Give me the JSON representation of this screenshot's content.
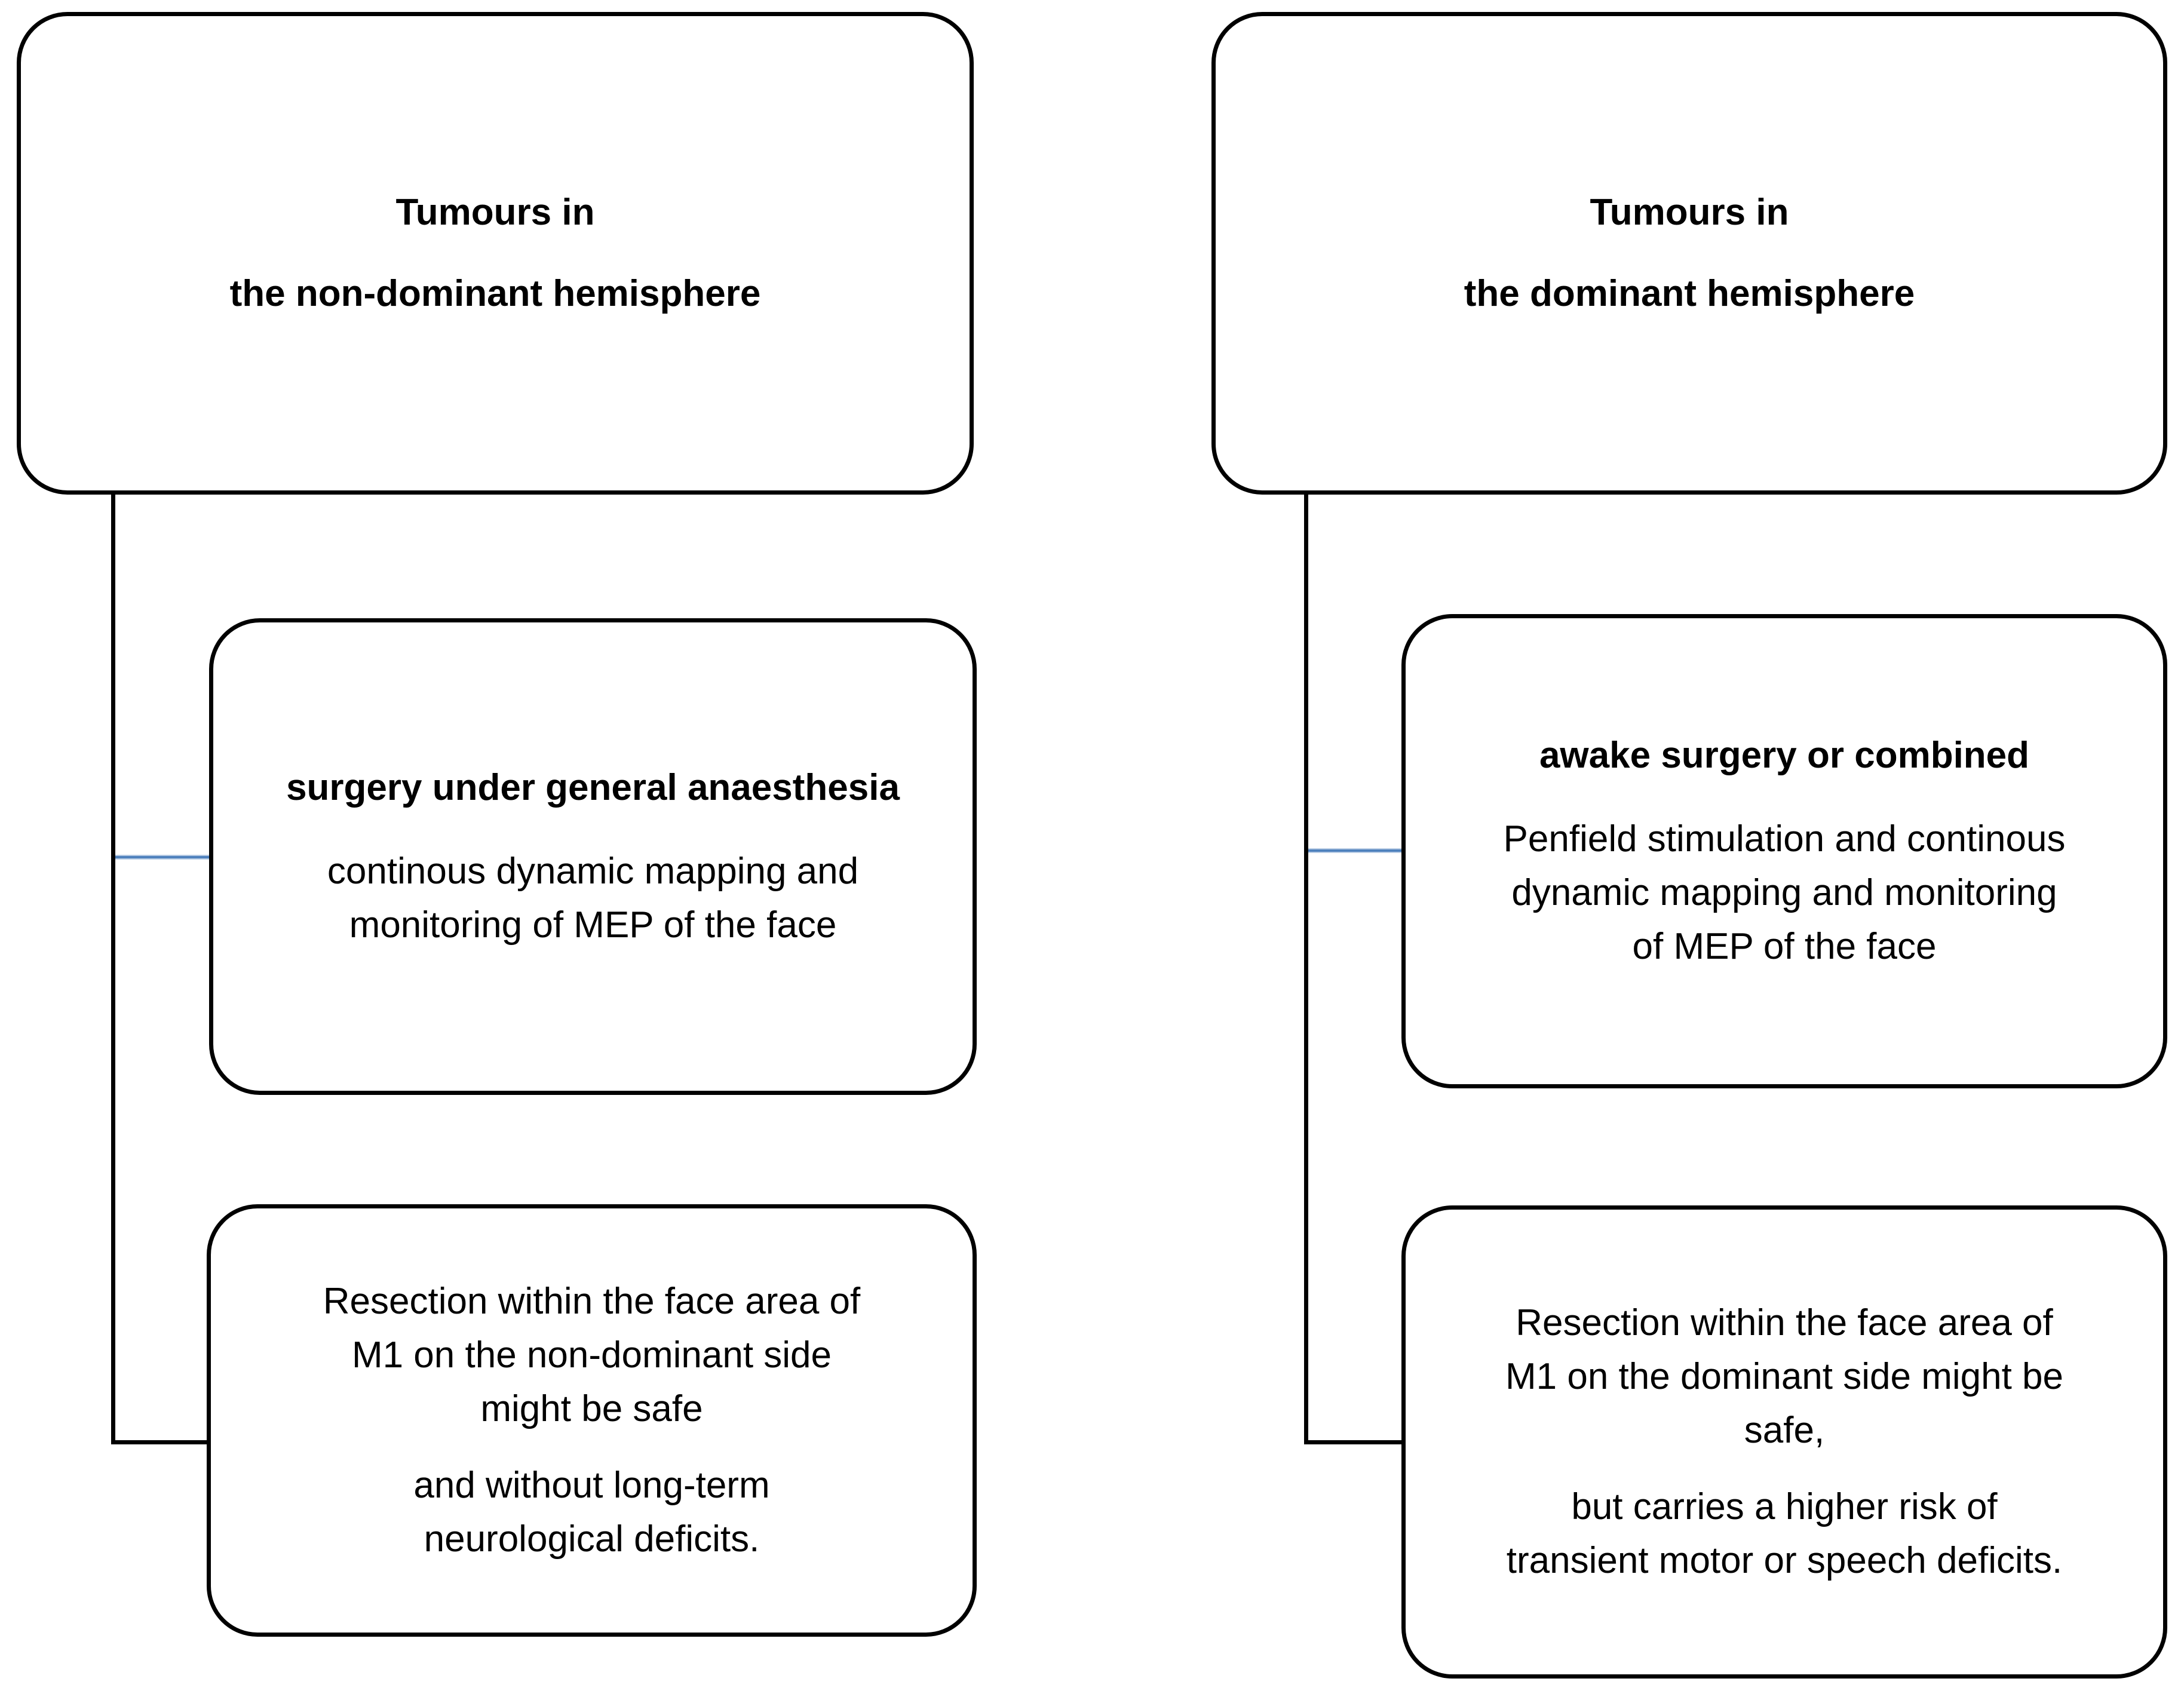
{
  "diagram": {
    "type": "flowchart",
    "colors": {
      "background": "#ffffff",
      "box_border": "#000000",
      "connector": "#000000",
      "accent_connector": "#4f81bd",
      "accent_connector_light": "#b8cce4"
    },
    "columns": [
      {
        "id": "non-dominant-hemisphere",
        "root_label": "Tumours in\nthe non-dominant hemisphere",
        "procedure": {
          "title": "surgery under general anaesthesia",
          "detail": "continous dynamic mapping and\nmonitoring of MEP of the face"
        },
        "outcome": {
          "para1": "Resection within the face area of\nM1 on the non-dominant side\nmight be safe",
          "para2": "and without long-term\nneurological deficits."
        }
      },
      {
        "id": "dominant-hemisphere",
        "root_label": "Tumours in\nthe dominant hemisphere",
        "procedure": {
          "title": "awake surgery or combined",
          "detail": "Penfield stimulation and continous\ndynamic mapping and monitoring\nof MEP of the face"
        },
        "outcome": {
          "para1": "Resection within the face area of\nM1 on the dominant side might be\nsafe,",
          "para2": "but carries a higher risk of\ntransient motor or speech deficits."
        }
      }
    ]
  }
}
